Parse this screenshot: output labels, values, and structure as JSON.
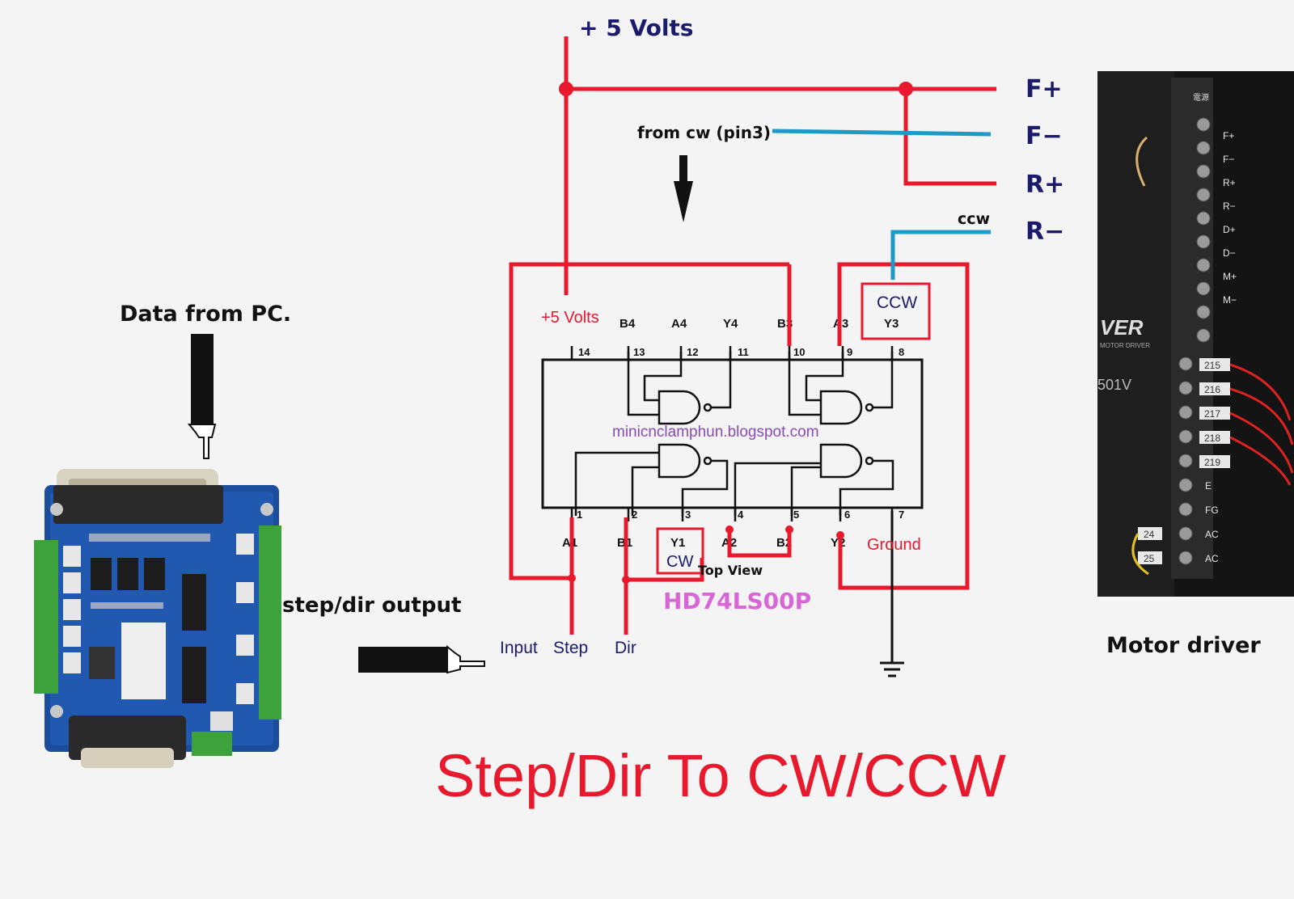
{
  "title": "Step/Dir  To CW/CCW",
  "labels": {
    "plus5": "+ 5 Volts",
    "from_cw": "from cw (pin3)",
    "ccw_small": "ccw",
    "data_from_pc": "Data from PC.",
    "step_dir_output": "step/dir output",
    "motor_driver": "Motor driver",
    "watermark": "minicnclamphun.blogspot.com",
    "chip_name": "HD74LS00P",
    "top_view": "Top View",
    "chip_plus5": "+5 Volts",
    "ground": "Ground",
    "cw_box": "CW",
    "ccw_box": "CCW",
    "input": "Input",
    "step": "Step",
    "dir": "Dir"
  },
  "terminals": [
    "F+",
    "F−",
    "R+",
    "R−"
  ],
  "top_pins": [
    {
      "num": "14",
      "name": ""
    },
    {
      "num": "13",
      "name": "B4"
    },
    {
      "num": "12",
      "name": "A4"
    },
    {
      "num": "11",
      "name": "Y4"
    },
    {
      "num": "10",
      "name": "B3"
    },
    {
      "num": "9",
      "name": "A3"
    },
    {
      "num": "8",
      "name": "Y3"
    }
  ],
  "bottom_pins": [
    {
      "num": "1",
      "name": "A1"
    },
    {
      "num": "2",
      "name": "B1"
    },
    {
      "num": "3",
      "name": "Y1"
    },
    {
      "num": "4",
      "name": "A2"
    },
    {
      "num": "5",
      "name": "B2"
    },
    {
      "num": "6",
      "name": "Y2"
    },
    {
      "num": "7",
      "name": ""
    }
  ],
  "driver_left_labels": [
    "F+",
    "F−",
    "R+",
    "R−",
    "D+",
    "D−",
    "M+",
    "M−"
  ],
  "driver_wire_tags": [
    "215",
    "216",
    "217",
    "218",
    "219"
  ],
  "driver_bottom_labels": [
    "E",
    "FG",
    "AC",
    "AC"
  ],
  "driver_ac_tags": [
    "24",
    "25"
  ],
  "driver_brand": "VER",
  "driver_sub": "MOTOR DRIVER",
  "driver_model": "501V",
  "driver_header": "電源",
  "colors": {
    "wire_red": "#e8182d",
    "wire_blue": "#1d9ac7",
    "label_blue": "#1b1a6b",
    "watermark": "#8a4bb5",
    "chip_name": "#d966d6",
    "title_red": "#e8182d"
  }
}
